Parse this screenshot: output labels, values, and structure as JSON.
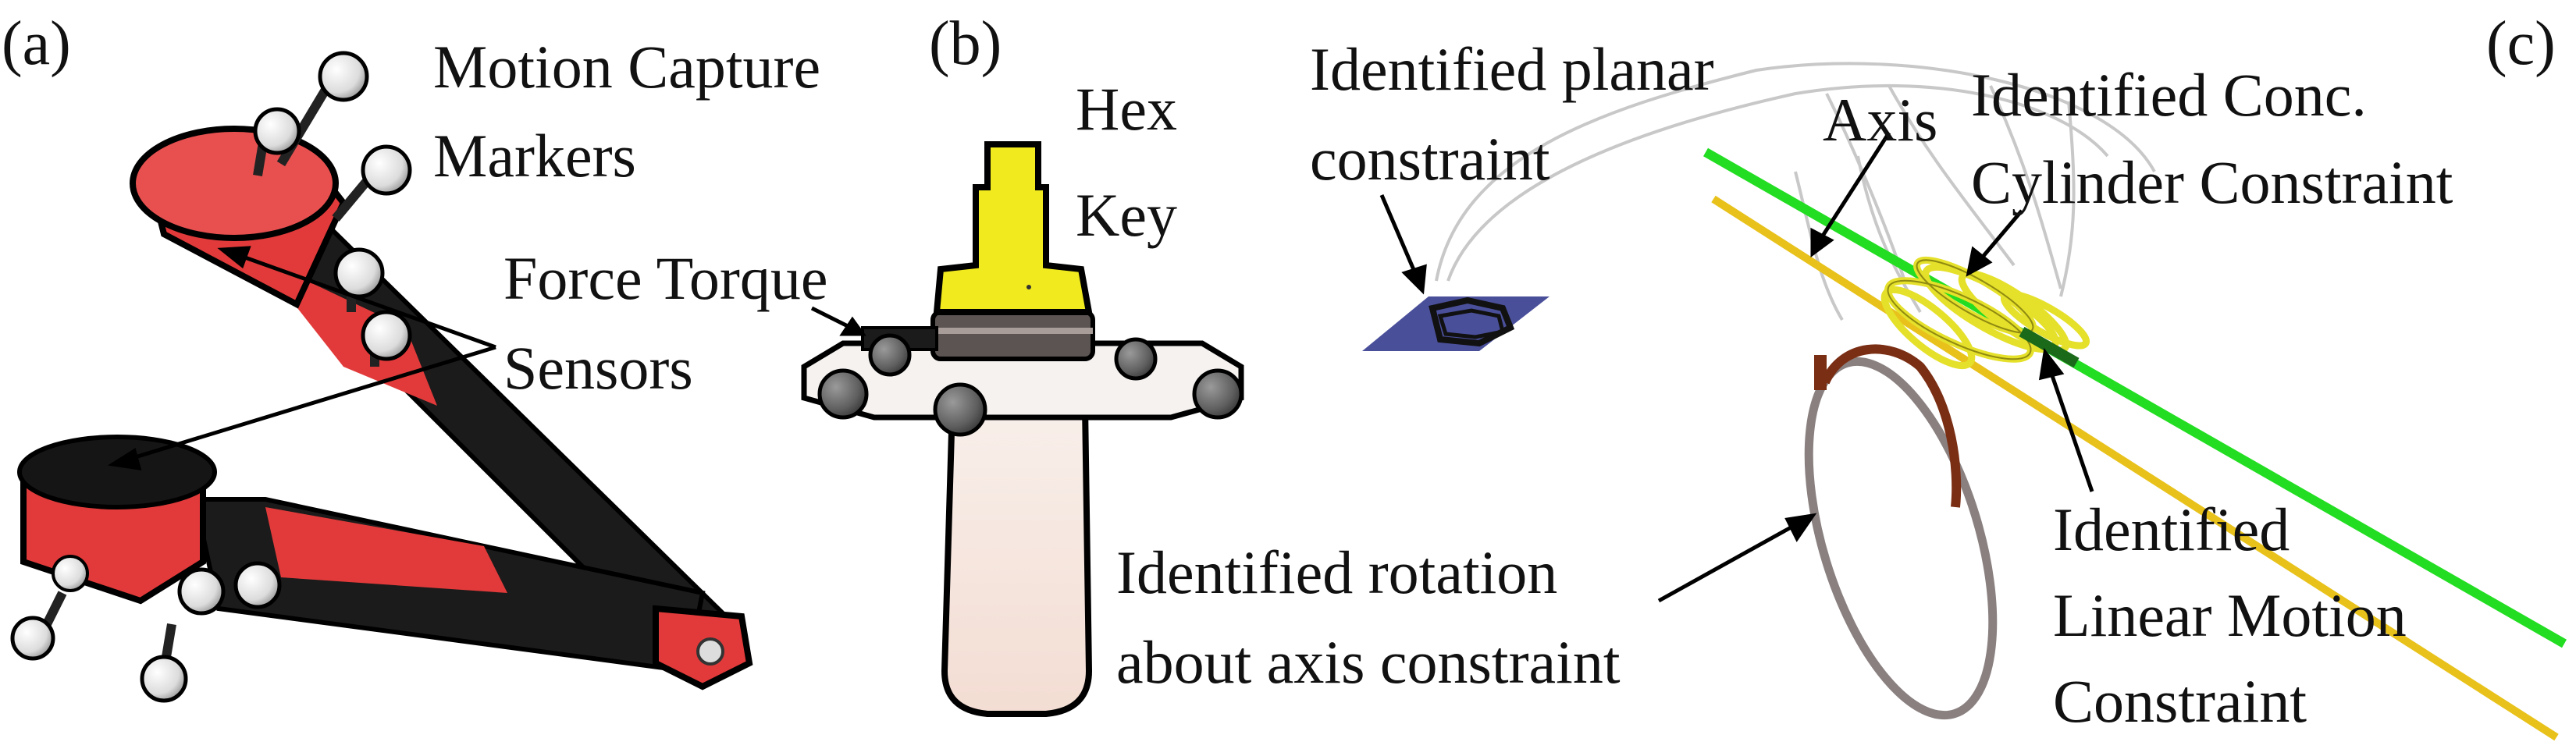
{
  "panels": {
    "a": {
      "tag": "(a)",
      "label_markers_l1": "Motion Capture",
      "label_markers_l2": "Markers",
      "label_sensors_l1": "Force Torque",
      "label_sensors_l2": "Sensors"
    },
    "b": {
      "tag": "(b)",
      "label_key_l1": "Hex",
      "label_key_l2": "Key",
      "label_rotation_l1": "Identified rotation",
      "label_rotation_l2": "about axis constraint"
    },
    "c": {
      "tag": "(c)",
      "label_planar_l1": "Identified planar",
      "label_planar_l2": "constraint",
      "label_axis": "Axis",
      "label_cyl_l1": "Identified Conc.",
      "label_cyl_l2": "Cylinder Constraint",
      "label_linear_l1": "Identified",
      "label_linear_l2": "Linear Motion",
      "label_linear_l3": "Constraint"
    }
  },
  "colors": {
    "tool_red": "#e23a3a",
    "tool_black": "#1b1b1b",
    "marker_white": "#f2f2f2",
    "hex_key_yellow": "#f0ea1e",
    "body_pink": "#f6e6e0",
    "marker_grey": "#6e6e6e",
    "plane_blue": "#4a4f9a",
    "axis_green": "#22dd22",
    "axis_yellow": "#e8c21b",
    "cylinder_yellow": "#e5e02a",
    "rotation_brown": "#7a2e14",
    "rotation_grey": "#8a8080",
    "trajectory_grey": "#c8c8c8"
  }
}
